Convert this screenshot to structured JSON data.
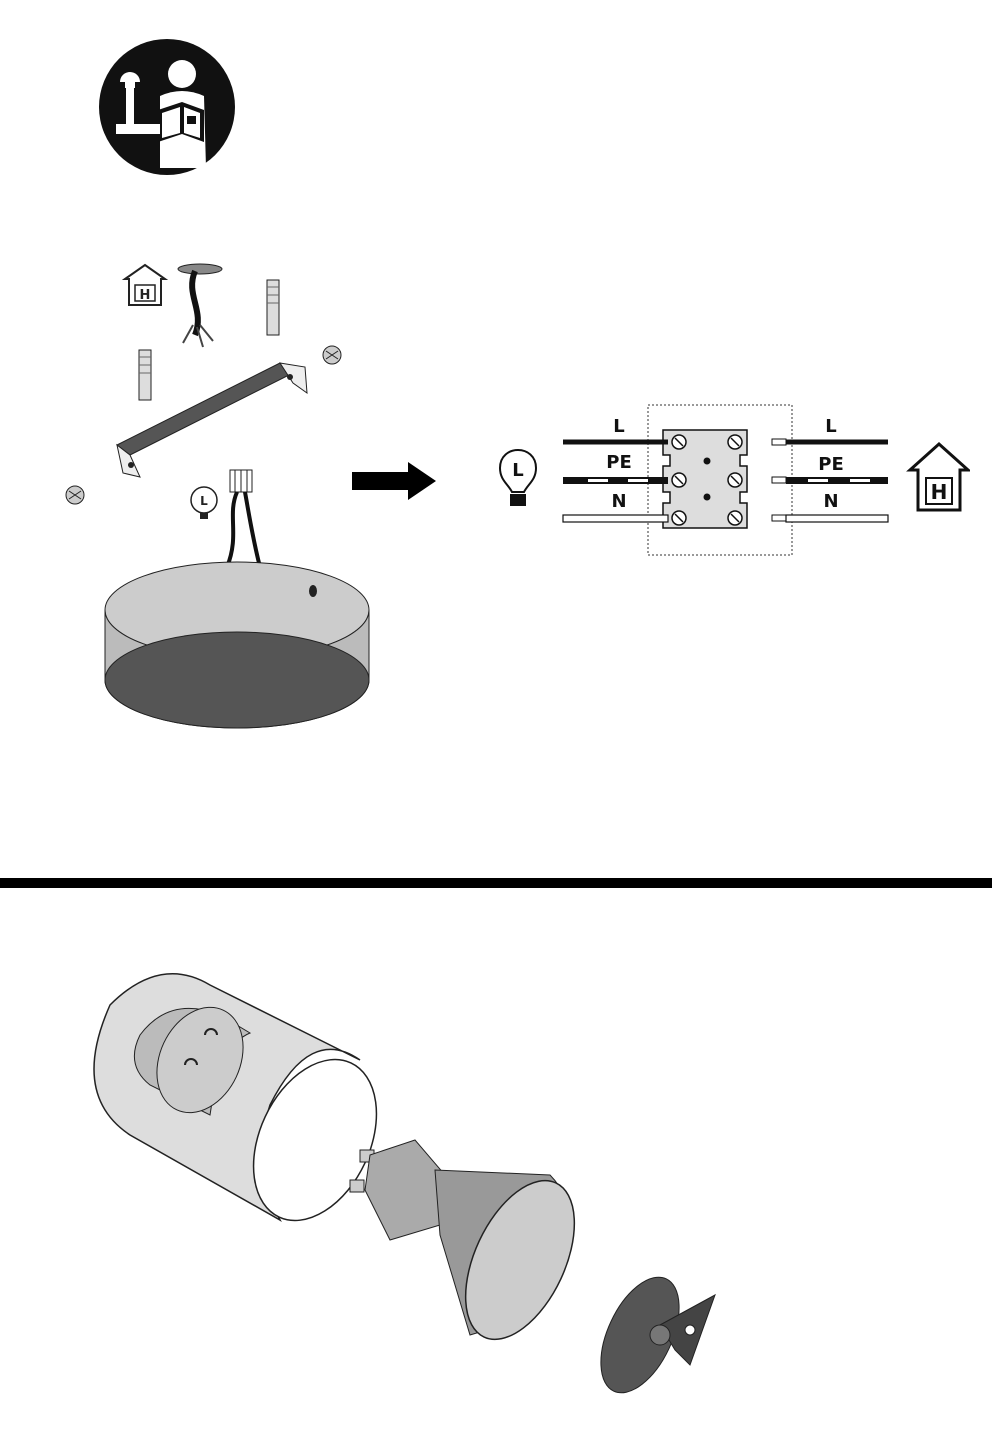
{
  "manual_icon": {
    "icon": "read-manual-icon"
  },
  "installation": {
    "house_label": "H",
    "lamp_label": "L",
    "arrow_icon": "right-arrow-icon"
  },
  "wiring": {
    "lamp_label": "L",
    "house_label": "H",
    "left_wires": [
      {
        "label": "L"
      },
      {
        "label": "PE"
      },
      {
        "label": "N"
      }
    ],
    "right_wires": [
      {
        "label": "L"
      },
      {
        "label": "PE"
      },
      {
        "label": "N"
      }
    ]
  },
  "bulb_assembly": {
    "parts": [
      "glass-shade",
      "gu10-bulb",
      "bulb-holder"
    ]
  }
}
